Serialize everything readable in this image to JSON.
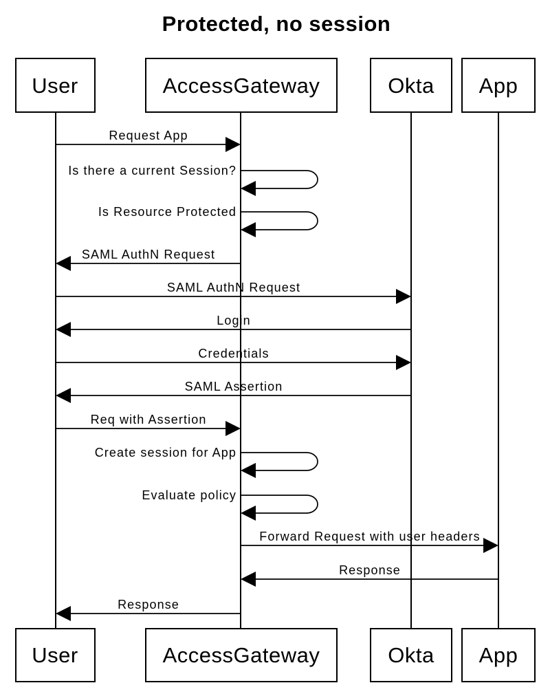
{
  "title": "Protected, no session",
  "diagram_type": "uml-sequence-diagram",
  "colors": {
    "background": "#ffffff",
    "line": "#000000",
    "text": "#000000"
  },
  "actors": [
    {
      "id": "user",
      "label": "User"
    },
    {
      "id": "accessgateway",
      "label": "AccessGateway"
    },
    {
      "id": "okta",
      "label": "Okta"
    },
    {
      "id": "app",
      "label": "App"
    }
  ],
  "messages": [
    {
      "from": "User",
      "to": "AccessGateway",
      "kind": "message",
      "label": "Request App"
    },
    {
      "from": "AccessGateway",
      "to": "AccessGateway",
      "kind": "self-message",
      "label": "Is there a current Session?"
    },
    {
      "from": "AccessGateway",
      "to": "AccessGateway",
      "kind": "self-message",
      "label": "Is Resource Protected"
    },
    {
      "from": "AccessGateway",
      "to": "User",
      "kind": "message",
      "label": "SAML AuthN Request"
    },
    {
      "from": "User",
      "to": "Okta",
      "kind": "message",
      "label": "SAML AuthN Request"
    },
    {
      "from": "Okta",
      "to": "User",
      "kind": "message",
      "label": "Login"
    },
    {
      "from": "User",
      "to": "Okta",
      "kind": "message",
      "label": "Credentials"
    },
    {
      "from": "Okta",
      "to": "User",
      "kind": "message",
      "label": "SAML Assertion"
    },
    {
      "from": "User",
      "to": "AccessGateway",
      "kind": "message",
      "label": "Req with Assertion"
    },
    {
      "from": "AccessGateway",
      "to": "AccessGateway",
      "kind": "self-message",
      "label": "Create session for App"
    },
    {
      "from": "AccessGateway",
      "to": "AccessGateway",
      "kind": "self-message",
      "label": "Evaluate policy"
    },
    {
      "from": "AccessGateway",
      "to": "App",
      "kind": "message",
      "label": "Forward Request with user headers"
    },
    {
      "from": "App",
      "to": "AccessGateway",
      "kind": "message",
      "label": "Response"
    },
    {
      "from": "AccessGateway",
      "to": "User",
      "kind": "message",
      "label": "Response"
    }
  ]
}
